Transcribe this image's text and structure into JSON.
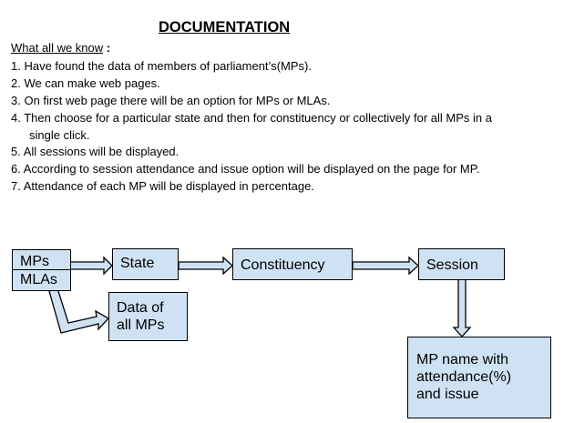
{
  "document": {
    "title": "DOCUMENTATION",
    "subheading": "What all we know",
    "subheading_colon": ":",
    "lines": [
      "1. Have found the data of members of parliament’s(MPs).",
      "2. We can make web pages.",
      "3. On first web page there will be an option for MPs or MLAs.",
      "4. Then choose for a particular state and then for constituency or collectively for all MPs in a",
      "single click.",
      "5. All sessions will be displayed.",
      "6. According to session attendance and  issue option will be displayed on the page for MP.",
      "7. Attendance of each MP will be displayed in percentage."
    ]
  },
  "flowchart": {
    "mps": "MPs",
    "mlas": "MLAs",
    "state": "State",
    "constituency": "Constituency",
    "session": "Session",
    "all_mps_line1": "Data of",
    "all_mps_line2": "all MPs",
    "result_line1": "MP name with",
    "result_line2": "attendance(%)",
    "result_line3": "and issue"
  },
  "colors": {
    "box_fill": "#cfe2f3",
    "box_border": "#000000",
    "text": "#000000"
  }
}
